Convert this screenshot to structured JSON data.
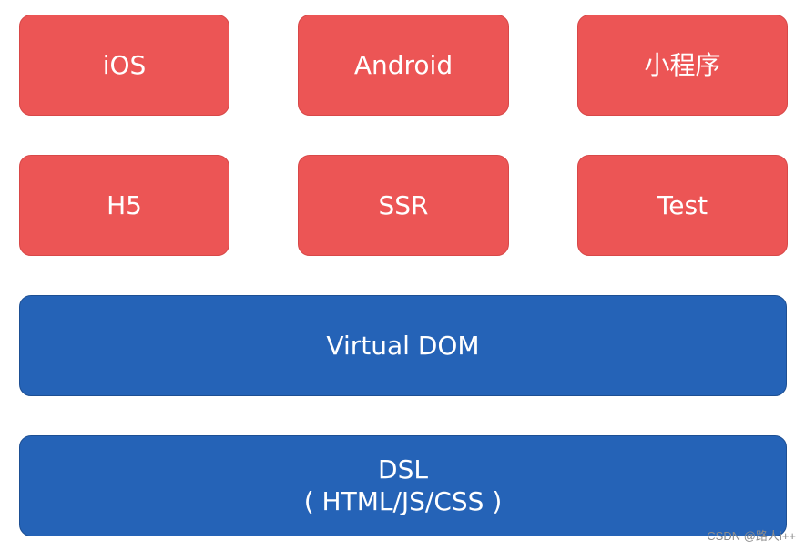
{
  "platforms_row1": [
    {
      "label": "iOS"
    },
    {
      "label": "Android"
    },
    {
      "label": "小程序"
    }
  ],
  "platforms_row2": [
    {
      "label": "H5"
    },
    {
      "label": "SSR"
    },
    {
      "label": "Test"
    }
  ],
  "virtual_dom": {
    "label": "Virtual DOM"
  },
  "dsl": {
    "label": "DSL",
    "sublabel": "( HTML/JS/CSS )"
  },
  "watermark": "CSDN @路人i++",
  "colors": {
    "platform_box": "#ec5555",
    "layer_box": "#2563b7",
    "text": "#ffffff"
  }
}
